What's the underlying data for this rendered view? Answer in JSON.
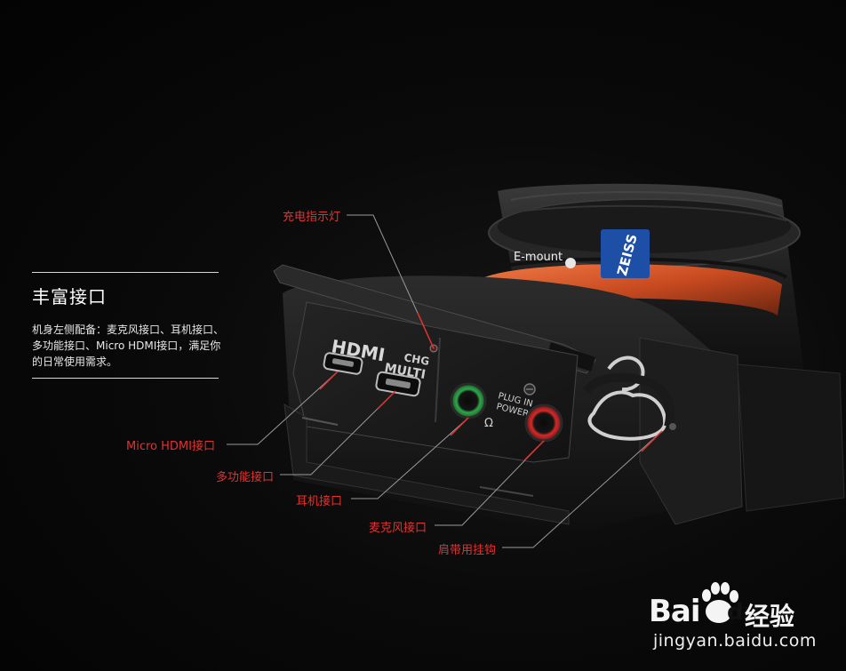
{
  "panel": {
    "title": "丰富接口",
    "description": "机身左侧配备：麦克风接口、耳机接口、多功能接口、Micro HDMI接口，满足你的日常使用需求。"
  },
  "camera": {
    "mount_text": "E-mount",
    "brand_text": "ZEISS",
    "hdmi_text": "HDMI",
    "chg_text": "CHG",
    "multi_text": "MULTI",
    "plug_text": "PLUG IN",
    "power_text": "POWER"
  },
  "callouts": {
    "charge_light": "充电指示灯",
    "micro_hdmi": "Micro HDMI接口",
    "multi_port": "多功能接口",
    "headphone": "耳机接口",
    "microphone": "麦克风接口",
    "strap_hook": "肩带用挂钩"
  },
  "watermark": {
    "logo_left": "Bai",
    "logo_mid": "du",
    "logo_right": "经验",
    "url": "jingyan.baidu.com"
  },
  "colors": {
    "callout_red": "#e23232",
    "lens_orange": "#d9552a",
    "zeiss_blue": "#1d4fa6",
    "mic_red": "#d32a2a",
    "phone_green": "#2ea84a"
  }
}
